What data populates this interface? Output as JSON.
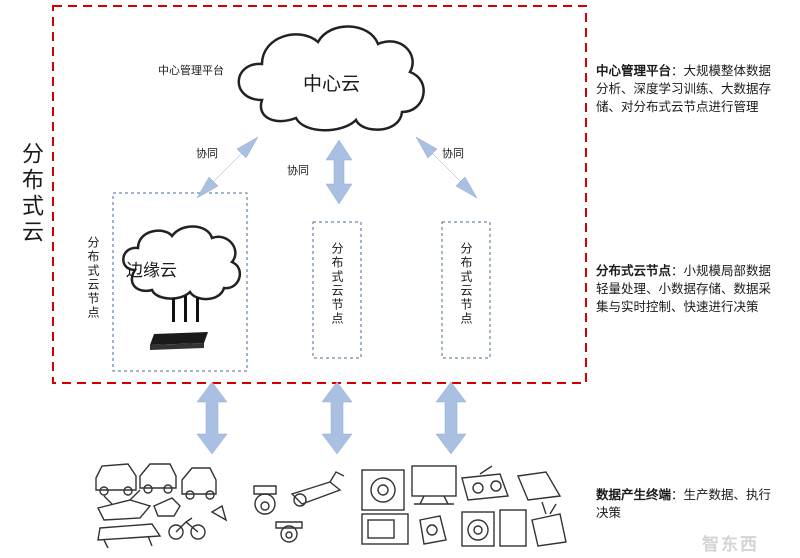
{
  "distributed_cloud_label": "分布式云",
  "center": {
    "platform_label": "中心管理平台",
    "cloud_label": "中心云"
  },
  "cooperation_labels": [
    "协同",
    "协同",
    "协同"
  ],
  "nodes": {
    "label": "分布式云节点",
    "edge_cloud_label": "边缘云"
  },
  "descriptions": [
    {
      "title": "中心管理平台",
      "text": "：大规模整体数据分析、深度学习训练、大数据存储、对分布式云节点进行管理"
    },
    {
      "title": "分布式云节点",
      "text": "：小规模局部数据轻量处理、小数据存储、数据采集与实时控制、快速进行决策"
    },
    {
      "title": "数据产生终端",
      "text": "：生产数据、执行决策"
    }
  ],
  "watermark": "智东西",
  "colors": {
    "outer_border": "#d40000",
    "node_border": "#4a6e9a",
    "arrow_fill": "#a9c0e2"
  },
  "icons": [
    "vehicles-icon",
    "camera-icon",
    "appliances-icon",
    "router-icon"
  ]
}
